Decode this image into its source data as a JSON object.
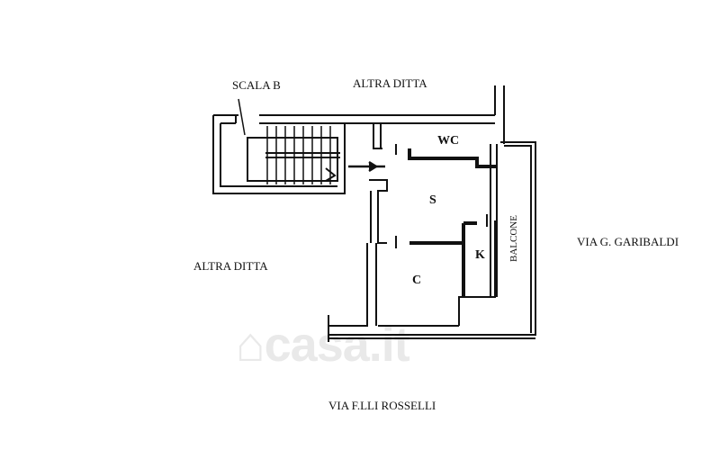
{
  "labels": {
    "stair": "SCALA B",
    "neighbor_top": "ALTRA DITTA",
    "neighbor_left": "ALTRA DITTA",
    "street_right": "VIA G. GARIBALDI",
    "street_bottom": "VIA F.LLI ROSSELLI",
    "balcony": "BALCONE"
  },
  "rooms": {
    "wc": "WC",
    "s": "S",
    "k": "K",
    "c": "C"
  },
  "watermark": "casa.it",
  "colors": {
    "ink": "#111111",
    "watermark": "#e9e9e9"
  }
}
